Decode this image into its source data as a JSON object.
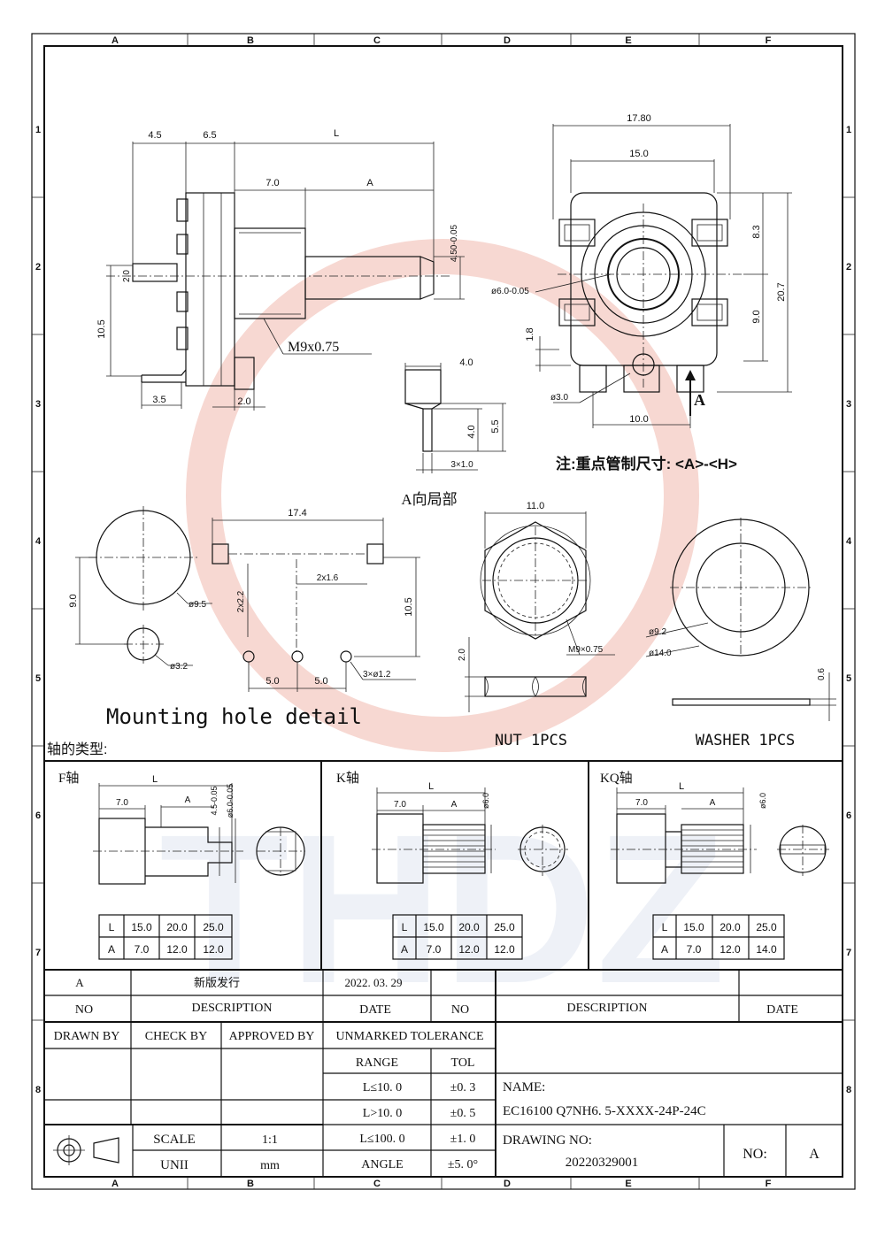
{
  "border": {
    "columns": [
      "A",
      "B",
      "C",
      "D",
      "E",
      "F"
    ],
    "rows": [
      "1",
      "2",
      "3",
      "4",
      "5",
      "6",
      "7",
      "8"
    ]
  },
  "side_view": {
    "dims": [
      "4.5",
      "6.5",
      "L",
      "7.0",
      "A",
      "4.50-0.05",
      "10.5",
      "2.0",
      "M9x0.75",
      "3.5",
      "2.0"
    ]
  },
  "front_view": {
    "dims": [
      "17.80",
      "15.0",
      "8.3",
      "20.7",
      "9.0",
      "ø6.0-0.05",
      "1.8",
      "ø3.0",
      "10.0",
      "A"
    ],
    "note": "注:重点管制尺寸: <A>-<H>"
  },
  "a_view": {
    "dims": [
      "4.0",
      "5.5",
      "4.0",
      "3×1.0"
    ],
    "label": "A向局部"
  },
  "mounting": {
    "dims": [
      "9.0",
      "ø9.5",
      "ø3.2",
      "17.4",
      "2x2.2",
      "2x1.6",
      "10.5",
      "5.0",
      "5.0",
      "3×ø1.2"
    ],
    "title": "Mounting hole detail"
  },
  "nut": {
    "dims": [
      "11.0",
      "M9×0.75",
      "2.0"
    ],
    "label": "NUT   1PCS"
  },
  "washer": {
    "dims": [
      "ø9.2",
      "ø14.0",
      "0.6"
    ],
    "label": "WASHER   1PCS"
  },
  "shaft_types": {
    "heading": "轴的类型:",
    "panels": [
      {
        "name": "F轴",
        "dims": [
          "L",
          "7.0",
          "A",
          "4.5-0.05",
          "ø6.0-0.05"
        ],
        "table": {
          "L": [
            "L",
            "15.0",
            "20.0",
            "25.0"
          ],
          "A": [
            "A",
            "7.0",
            "12.0",
            "12.0"
          ]
        }
      },
      {
        "name": "K轴",
        "dims": [
          "L",
          "7.0",
          "A",
          "ø6.0"
        ],
        "table": {
          "L": [
            "L",
            "15.0",
            "20.0",
            "25.0"
          ],
          "A": [
            "A",
            "7.0",
            "12.0",
            "12.0"
          ]
        }
      },
      {
        "name": "KQ轴",
        "dims": [
          "L",
          "7.0",
          "A",
          "ø6.0"
        ],
        "table": {
          "L": [
            "L",
            "15.0",
            "20.0",
            "25.0"
          ],
          "A": [
            "A",
            "7.0",
            "12.0",
            "14.0"
          ]
        }
      }
    ]
  },
  "title_block": {
    "rev": "A",
    "rev_desc": "新版发行",
    "rev_date": "2022. 03. 29",
    "no_label": "NO",
    "desc_label": "DESCRIPTION",
    "date_label": "DATE",
    "drawn_by": "DRAWN BY",
    "check_by": "CHECK BY",
    "approved_by": "APPROVED BY",
    "unmarked_tolerance": "UNMARKED TOLERANCE",
    "range_label": "RANGE",
    "tol_label": "TOL",
    "ranges": [
      "L≤10. 0",
      "L>10. 0",
      "L≤100. 0",
      "ANGLE"
    ],
    "tols": [
      "±0. 3",
      "±0. 5",
      "±1. 0",
      "±5. 0°"
    ],
    "scale_label": "SCALE",
    "scale_value": "1:1",
    "unit_label": "UNII",
    "unit_value": "mm",
    "name_label": "NAME:",
    "name_value": "EC16100 Q7NH6. 5-XXXX-24P-24C",
    "drawing_no_label": "DRAWING NO:",
    "drawing_no_value": "20220329001",
    "no2_label": "NO:",
    "no2_value": "A"
  },
  "watermark": {
    "text": "THDZ"
  }
}
